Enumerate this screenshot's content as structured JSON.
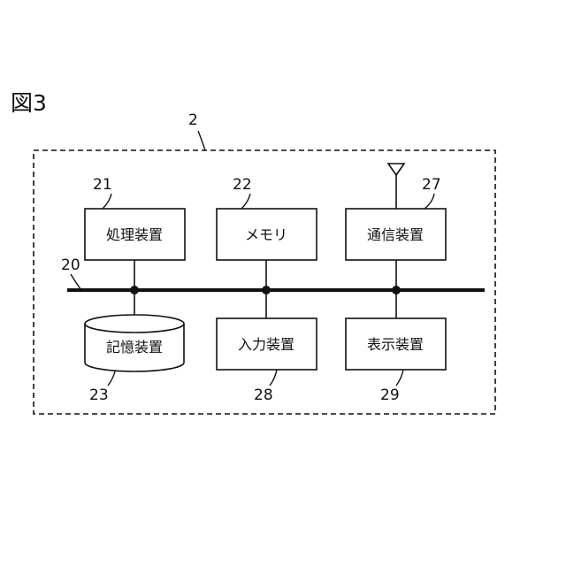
{
  "figure_title": "図3",
  "system": {
    "ref": "2"
  },
  "bus": {
    "ref": "20"
  },
  "components": {
    "processor": {
      "ref": "21",
      "label": "処理装置"
    },
    "memory": {
      "ref": "22",
      "label": "メモリ"
    },
    "comm": {
      "ref": "27",
      "label": "通信装置"
    },
    "storage": {
      "ref": "23",
      "label": "記憶装置"
    },
    "input": {
      "ref": "28",
      "label": "入力装置"
    },
    "display": {
      "ref": "29",
      "label": "表示装置"
    }
  }
}
